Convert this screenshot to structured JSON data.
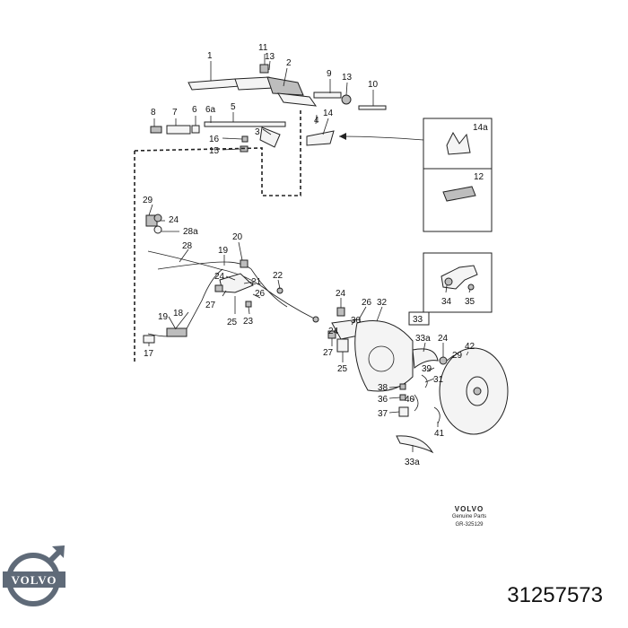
{
  "callouts": {
    "c1": "1",
    "c2": "2",
    "c3": "3",
    "c4": "4",
    "c5": "5",
    "c6": "6",
    "c6a": "6a",
    "c7": "7",
    "c8": "8",
    "c9": "9",
    "c10": "10",
    "c11": "11",
    "c13a": "13",
    "c13b": "13",
    "c14": "14",
    "c15": "15",
    "c16": "16",
    "c12": "12",
    "c14a": "14a",
    "c29a": "29",
    "c24a": "24",
    "c28a": "28a",
    "c28": "28",
    "c19a": "19",
    "c20": "20",
    "c22": "22",
    "c24b": "24",
    "c21": "21",
    "c26a": "26",
    "c27a": "27",
    "c25a": "25",
    "c23": "23",
    "c18": "18",
    "c19b": "19",
    "c17": "17",
    "c24c": "24",
    "c26b": "26",
    "c32": "32",
    "c30": "30",
    "c24d": "24",
    "c27b": "27",
    "c25b": "25",
    "c33": "33",
    "c33a_top": "33a",
    "c24e": "24",
    "c29b": "29",
    "c42": "42",
    "c39": "39",
    "c31": "31",
    "c38": "38",
    "c36": "36",
    "c40": "40",
    "c37": "37",
    "c41": "41",
    "c33a_bottom": "33a",
    "c34": "34",
    "c35": "35"
  },
  "brand": {
    "wordmark": "VOLVO",
    "line1": "Genuine Parts",
    "line2": "GR-325129"
  },
  "part_number": "31257573",
  "logo": {
    "text": "VOLVO",
    "color": "#5f6a78"
  }
}
